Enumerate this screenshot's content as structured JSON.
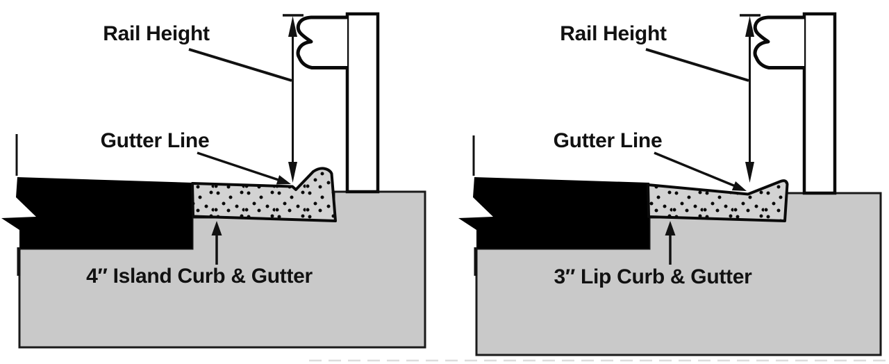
{
  "colors": {
    "background": "#ffffff",
    "base_gray": "#c9c9c9",
    "slab_gray": "#d3d3d3",
    "pavement_black": "#000000",
    "line_black": "#111111",
    "faint_line": "#dcdcdc"
  },
  "diagrams": [
    {
      "rail_height_label": "Rail Height",
      "gutter_line_label": "Gutter Line",
      "caption": "4″ Island Curb & Gutter"
    },
    {
      "rail_height_label": "Rail Height",
      "gutter_line_label": "Gutter Line",
      "caption": "3″ Lip Curb & Gutter"
    }
  ]
}
